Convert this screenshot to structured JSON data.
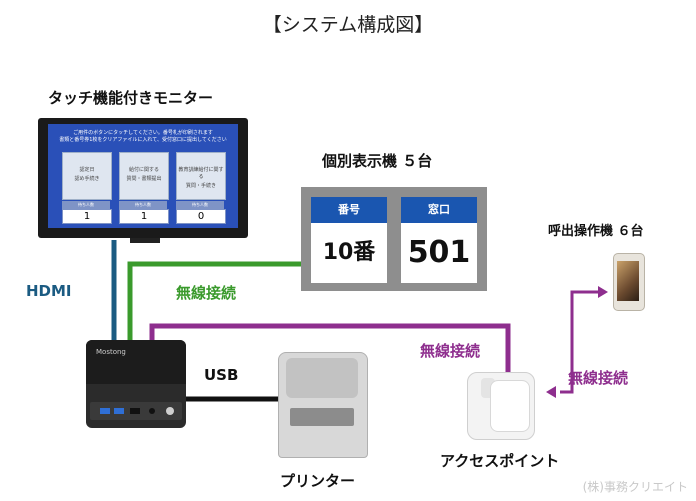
{
  "title": "【システム構成図】",
  "monitor": {
    "label": "タッチ機能付きモニター",
    "screen_header_line1": "ご用件のボタンにタッチしてください。番号札が印刷されます",
    "screen_header_line2": "書類と番号券1枚をクリアファイルに入れて、受付窓口に提出してください",
    "panels": [
      {
        "line1": "認定日",
        "line2": "認め手続き",
        "count_label": "待ち人数",
        "count": "1"
      },
      {
        "line1": "給付に関する",
        "line2": "質問・書類提出",
        "count_label": "待ち人数",
        "count": "1"
      },
      {
        "line1": "教育訓練給付に関する",
        "line2": "質問・手続き",
        "count_label": "待ち人数",
        "count": "0"
      }
    ]
  },
  "display": {
    "label": "個別表示機 ５台",
    "cells": [
      {
        "header": "番号",
        "value": "10番"
      },
      {
        "header": "窓口",
        "value": "501"
      }
    ]
  },
  "pc": {
    "brand": "Mostong"
  },
  "connections": {
    "hdmi": "HDMI",
    "usb": "USB",
    "wireless_display": "無線接続",
    "wireless_ap": "無線接続",
    "wireless_phone": "無線接続"
  },
  "printer": {
    "label": "プリンター"
  },
  "access_point": {
    "label": "アクセスポイント"
  },
  "caller": {
    "label": "呼出操作機 ６台"
  },
  "watermark": "(株)事務クリエイト",
  "colors": {
    "hdmi": "#1b5b82",
    "wireless_green": "#3a9a2c",
    "wireless_purple": "#8e2e8e",
    "display_header": "#1a56b0",
    "screen_bg": "#2a50b8"
  }
}
